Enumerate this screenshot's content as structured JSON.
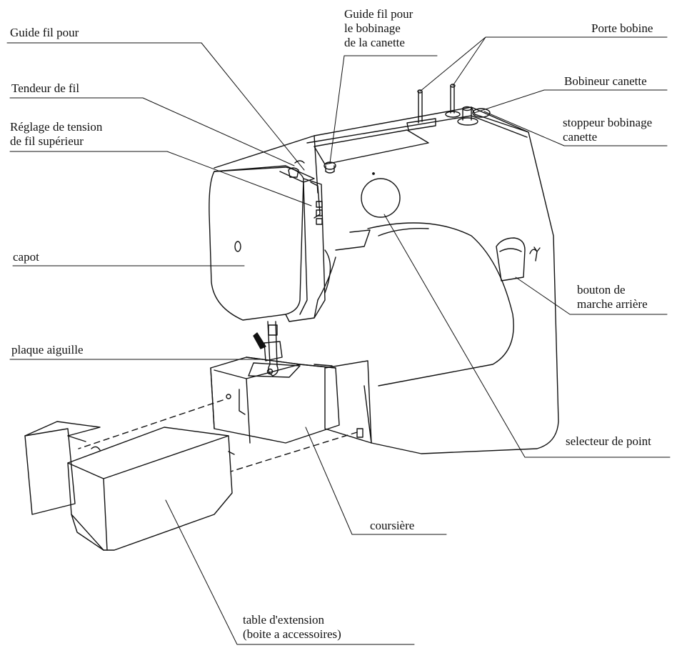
{
  "colors": {
    "ink": "#111111",
    "background": "#ffffff"
  },
  "labels": {
    "guide_fil_bobinage": {
      "line1": "Guide fil pour",
      "line2": "le bobinage",
      "line3": "de la canette"
    },
    "guide_fil_pour": "Guide fil pour",
    "porte_bobine": "Porte bobine",
    "tendeur_de_fil": "Tendeur de fil",
    "bobineur_canette": "Bobineur canette",
    "reglage_tension": {
      "line1": "Réglage de tension",
      "line2": "de fil supérieur"
    },
    "stoppeur": {
      "line1": "stoppeur bobinage",
      "line2": "canette"
    },
    "capot": "capot",
    "bouton_marche_arriere": {
      "line1": "bouton de",
      "line2": "marche arrière"
    },
    "plaque_aiguille": "plaque aiguille",
    "selecteur_de_point": "selecteur de point",
    "coursiere": "coursière",
    "table_extension": {
      "line1": "table d'extension",
      "line2": "(boite a accessoires)"
    }
  }
}
